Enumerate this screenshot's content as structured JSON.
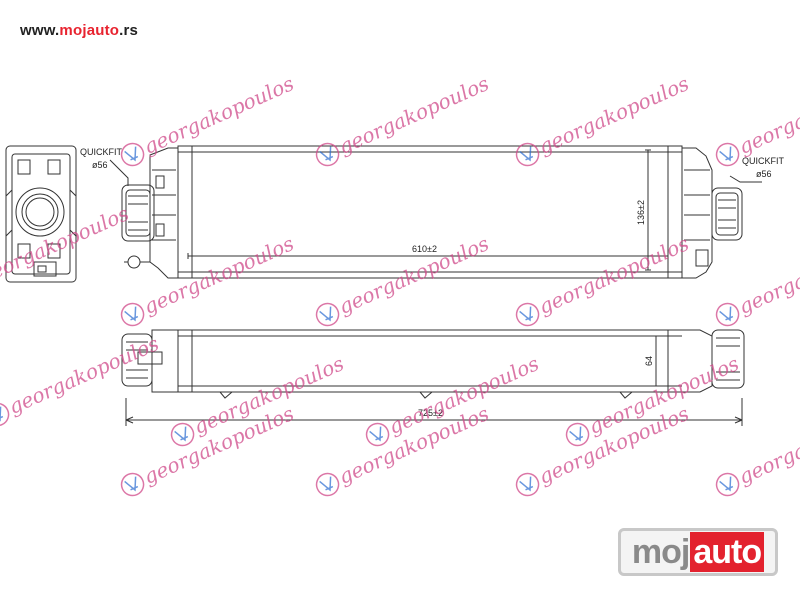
{
  "site": {
    "url_prefix": "www.",
    "url_brand": "mojauto",
    "url_suffix": ".rs"
  },
  "diagram": {
    "left_fitting_label": "QUICKFIT",
    "left_fitting_diameter": "ø56",
    "right_fitting_label": "QUICKFIT",
    "right_fitting_diameter": "ø56",
    "core_width_label": "610±2",
    "core_height_label": "136±2",
    "depth_label": "64",
    "overall_length_label": "725±2"
  },
  "watermark": {
    "text": "georgakopoulos"
  },
  "logo": {
    "part1": "moj",
    "part2": "auto"
  },
  "colors": {
    "accent_red": "#e3222e",
    "watermark_pink": "#d04a8a",
    "line": "#333333"
  }
}
